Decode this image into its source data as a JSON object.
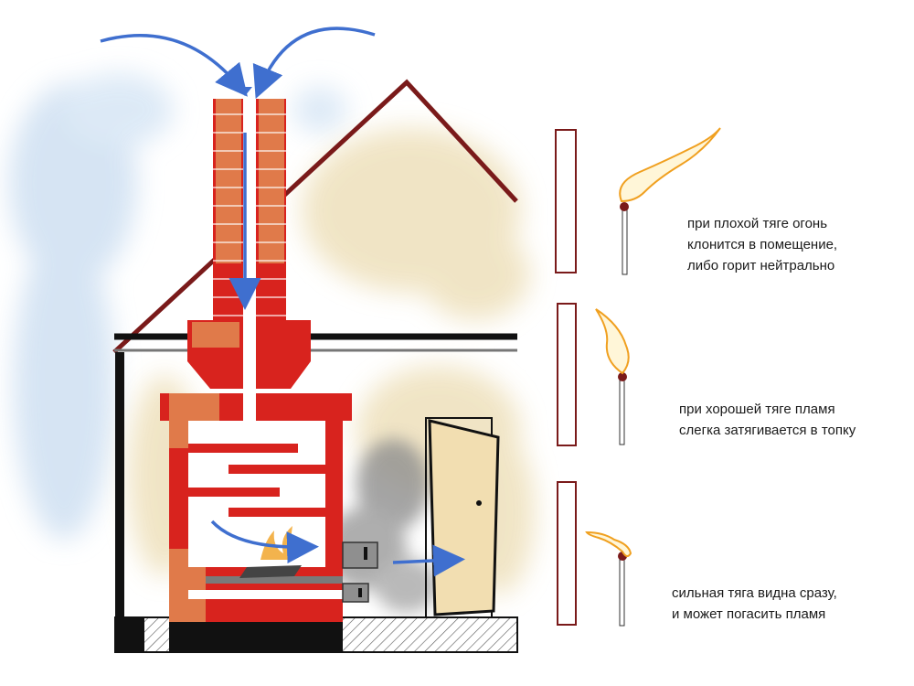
{
  "captions": {
    "bad_draft": {
      "line1": "при плохой тяге огонь",
      "line2": "клонится в помещение,",
      "line3": "либо горит нейтрально"
    },
    "good_draft": {
      "line1": "при хорошей тяге пламя",
      "line2": "слегка затягивается в топку"
    },
    "strong_draft": {
      "line1": "сильная тяга видна сразу,",
      "line2": "и может погасить пламя"
    }
  },
  "colors": {
    "brick": "#d8231e",
    "brick_light": "#e07a4a",
    "roof": "#7a1a1a",
    "arrow": "#3f6fcf",
    "smoke_warm": "#efe2bf",
    "smoke_cool": "#cfe0f2",
    "smoke_dark": "#8f8f8f",
    "door": "#f2deb1",
    "flame": "#f0a020"
  },
  "icons": {
    "air_arrow": "curved-arrow-icon",
    "match": "match-icon",
    "flame": "flame-icon"
  }
}
